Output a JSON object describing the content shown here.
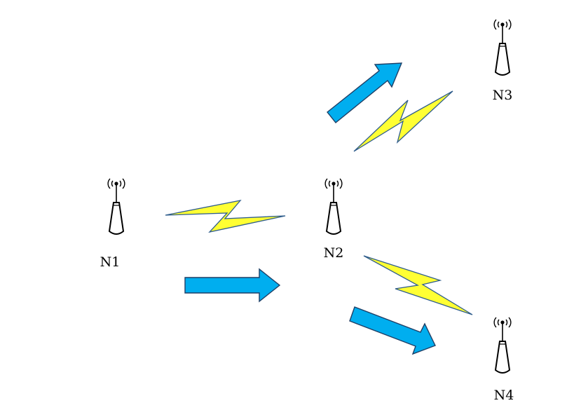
{
  "diagram": {
    "nodes": [
      {
        "id": "n1",
        "label": "N1"
      },
      {
        "id": "n2",
        "label": "N2"
      },
      {
        "id": "n3",
        "label": "N3"
      },
      {
        "id": "n4",
        "label": "N4"
      }
    ]
  },
  "colors": {
    "arrow_fill": "#00AEEF",
    "arrow_stroke": "#1F3F66",
    "bolt_fill": "#FFFF33",
    "bolt_stroke": "#2F5D8C",
    "antenna": "#000000"
  }
}
